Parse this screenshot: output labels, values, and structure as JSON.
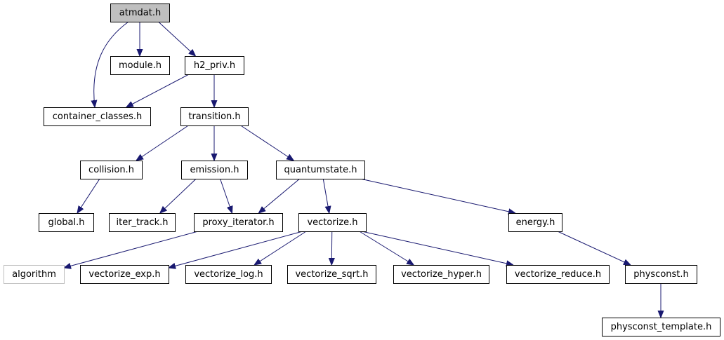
{
  "graph": {
    "root": "atmdat.h",
    "nodes": [
      {
        "id": "atmdat",
        "label": "atmdat.h",
        "kind": "root"
      },
      {
        "id": "module",
        "label": "module.h",
        "kind": "header"
      },
      {
        "id": "h2_priv",
        "label": "h2_priv.h",
        "kind": "header"
      },
      {
        "id": "container_classes",
        "label": "container_classes.h",
        "kind": "header"
      },
      {
        "id": "transition",
        "label": "transition.h",
        "kind": "header"
      },
      {
        "id": "collision",
        "label": "collision.h",
        "kind": "header"
      },
      {
        "id": "emission",
        "label": "emission.h",
        "kind": "header"
      },
      {
        "id": "quantumstate",
        "label": "quantumstate.h",
        "kind": "header"
      },
      {
        "id": "global",
        "label": "global.h",
        "kind": "header"
      },
      {
        "id": "iter_track",
        "label": "iter_track.h",
        "kind": "header"
      },
      {
        "id": "proxy_iterator",
        "label": "proxy_iterator.h",
        "kind": "header"
      },
      {
        "id": "vectorize",
        "label": "vectorize.h",
        "kind": "header"
      },
      {
        "id": "energy",
        "label": "energy.h",
        "kind": "header"
      },
      {
        "id": "algorithm",
        "label": "algorithm",
        "kind": "external"
      },
      {
        "id": "vectorize_exp",
        "label": "vectorize_exp.h",
        "kind": "header"
      },
      {
        "id": "vectorize_log",
        "label": "vectorize_log.h",
        "kind": "header"
      },
      {
        "id": "vectorize_sqrt",
        "label": "vectorize_sqrt.h",
        "kind": "header"
      },
      {
        "id": "vectorize_hyper",
        "label": "vectorize_hyper.h",
        "kind": "header"
      },
      {
        "id": "vectorize_reduce",
        "label": "vectorize_reduce.h",
        "kind": "header"
      },
      {
        "id": "physconst",
        "label": "physconst.h",
        "kind": "header"
      },
      {
        "id": "physconst_template",
        "label": "physconst_template.h",
        "kind": "header"
      }
    ],
    "edges": [
      {
        "from": "atmdat",
        "to": "container_classes"
      },
      {
        "from": "atmdat",
        "to": "module"
      },
      {
        "from": "atmdat",
        "to": "h2_priv"
      },
      {
        "from": "h2_priv",
        "to": "container_classes"
      },
      {
        "from": "h2_priv",
        "to": "transition"
      },
      {
        "from": "transition",
        "to": "collision"
      },
      {
        "from": "transition",
        "to": "emission"
      },
      {
        "from": "transition",
        "to": "quantumstate"
      },
      {
        "from": "collision",
        "to": "global"
      },
      {
        "from": "emission",
        "to": "iter_track"
      },
      {
        "from": "emission",
        "to": "proxy_iterator"
      },
      {
        "from": "quantumstate",
        "to": "proxy_iterator"
      },
      {
        "from": "quantumstate",
        "to": "vectorize"
      },
      {
        "from": "quantumstate",
        "to": "energy"
      },
      {
        "from": "proxy_iterator",
        "to": "algorithm"
      },
      {
        "from": "vectorize",
        "to": "vectorize_exp"
      },
      {
        "from": "vectorize",
        "to": "vectorize_log"
      },
      {
        "from": "vectorize",
        "to": "vectorize_sqrt"
      },
      {
        "from": "vectorize",
        "to": "vectorize_hyper"
      },
      {
        "from": "vectorize",
        "to": "vectorize_reduce"
      },
      {
        "from": "energy",
        "to": "physconst"
      },
      {
        "from": "physconst",
        "to": "physconst_template"
      }
    ]
  },
  "colors": {
    "edge": "#191970",
    "root_fill": "#bfbfbf",
    "external_border": "#bfbfbf",
    "node_border": "#000000",
    "node_fill": "#ffffff"
  }
}
